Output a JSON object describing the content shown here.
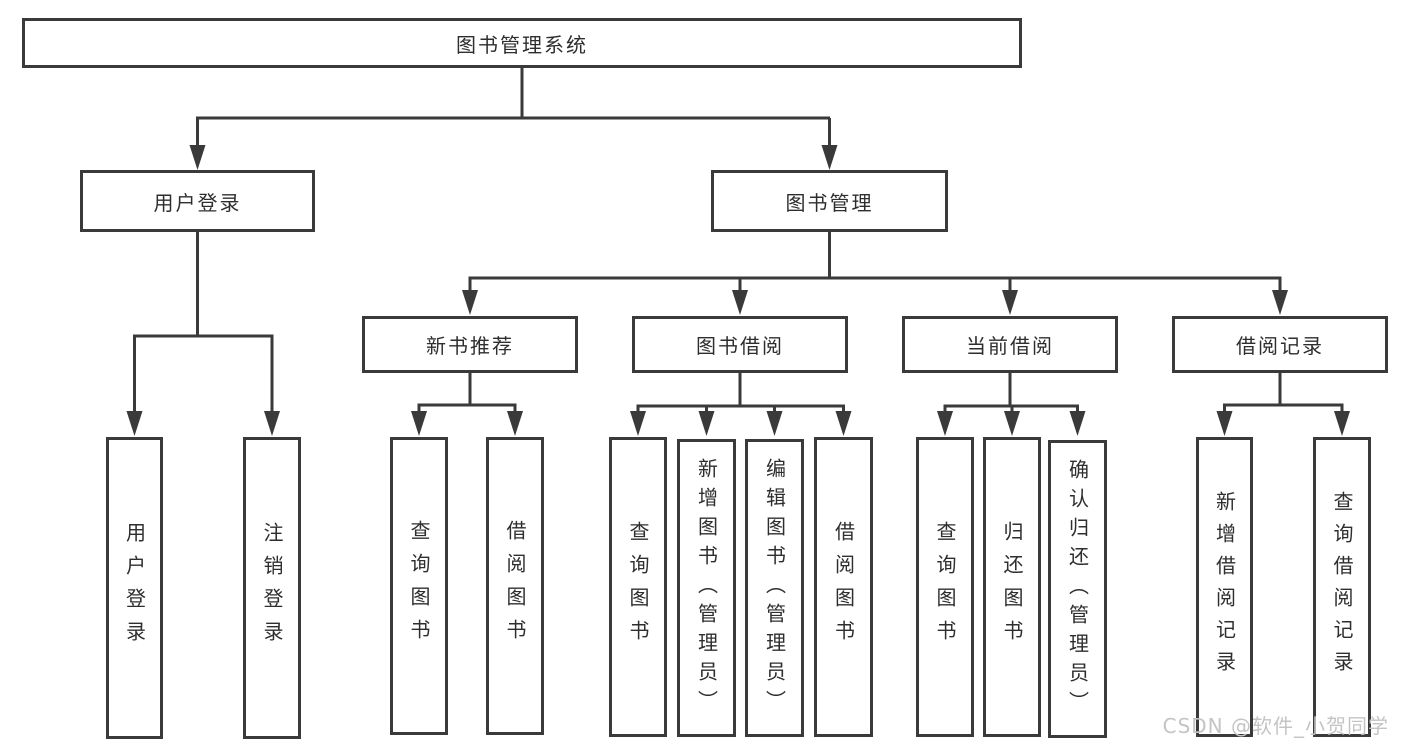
{
  "tree": {
    "label": "图书管理系统",
    "children": [
      {
        "label": "用户登录",
        "children": [
          {
            "label": "用户登录"
          },
          {
            "label": "注销登录"
          }
        ]
      },
      {
        "label": "图书管理",
        "children": [
          {
            "label": "新书推荐",
            "children": [
              {
                "label": "查询图书"
              },
              {
                "label": "借阅图书"
              }
            ]
          },
          {
            "label": "图书借阅",
            "children": [
              {
                "label": "查询图书"
              },
              {
                "label": "新增图书（管理员）"
              },
              {
                "label": "编辑图书（管理员）"
              },
              {
                "label": "借阅图书"
              }
            ]
          },
          {
            "label": "当前借阅",
            "children": [
              {
                "label": "查询图书"
              },
              {
                "label": "归还图书"
              },
              {
                "label": "确认归还（管理员）"
              }
            ]
          },
          {
            "label": "借阅记录",
            "children": [
              {
                "label": "新增借阅记录"
              },
              {
                "label": "查询借阅记录"
              }
            ]
          }
        ]
      }
    ]
  },
  "watermark": {
    "text": "CSDN @软件_小贺同学"
  },
  "colors": {
    "line": "#3a3a3a",
    "text": "#2e2e2e",
    "watermark": "#c4c4c4",
    "background": "#ffffff"
  }
}
